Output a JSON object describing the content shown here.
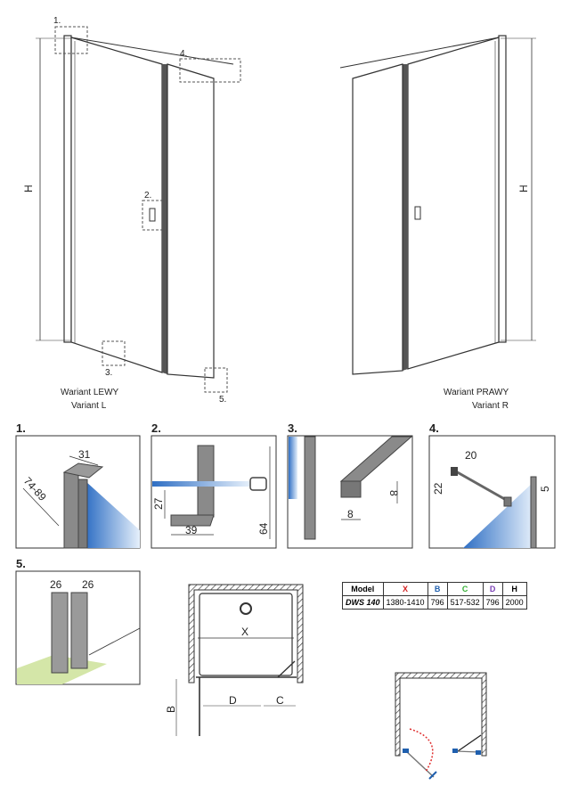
{
  "callouts": {
    "c1": "1.",
    "c2": "2.",
    "c3": "3.",
    "c4": "4.",
    "c5": "5."
  },
  "left_view": {
    "title": "Wariant LEWY",
    "subtitle": "Variant L",
    "height_label": "H"
  },
  "right_view": {
    "title": "Wariant PRAWY",
    "subtitle": "Variant R",
    "height_label": "H"
  },
  "details": {
    "d1": {
      "label": "1.",
      "width": "31",
      "range": "74-89"
    },
    "d2": {
      "label": "2.",
      "height_small": "27",
      "width": "39",
      "height_total": "64"
    },
    "d3": {
      "label": "3.",
      "width": "8",
      "height": "8"
    },
    "d4": {
      "label": "4.",
      "width": "20",
      "height": "22",
      "offset": "5"
    },
    "d5": {
      "label": "5.",
      "width_a": "26",
      "width_b": "26"
    }
  },
  "plan": {
    "x": "X",
    "b": "B",
    "c": "C",
    "d": "D"
  },
  "spec_table": {
    "headers": [
      "Model",
      "X",
      "B",
      "C",
      "D",
      "H"
    ],
    "rows": [
      [
        "DWS 140",
        "1380-1410",
        "796",
        "517-532",
        "796",
        "2000"
      ]
    ]
  },
  "colors": {
    "x": "#d32020",
    "b": "#1f5fae",
    "c": "#35b035",
    "d": "#7a3fb5",
    "glass": "#3b7fd0",
    "profile": "#6b6b6b"
  }
}
